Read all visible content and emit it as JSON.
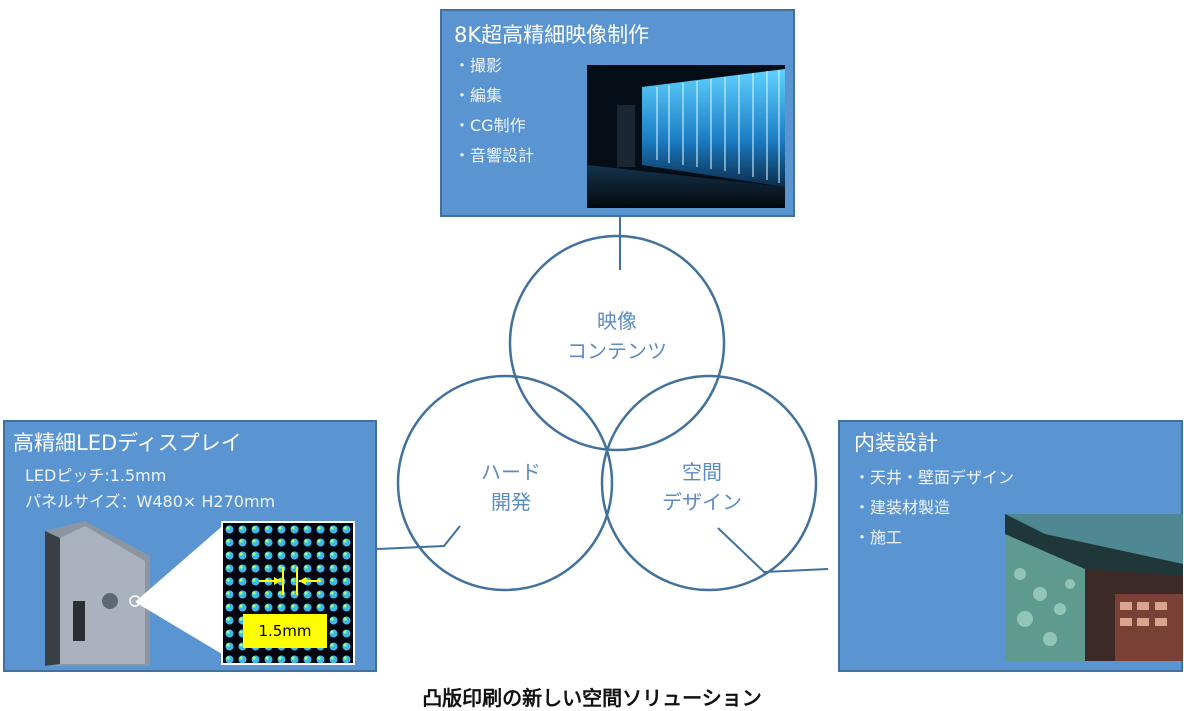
{
  "content_box": {
    "title": "8K超高精細映像制作",
    "items": [
      "・撮影",
      "・編集",
      "・CG制作",
      "・音響設計"
    ]
  },
  "led_box": {
    "title": "高精細LEDディスプレイ",
    "items": [
      "LEDピッチ:1.5mm",
      "パネルサイズ：W480× H270mm"
    ],
    "zoom_label": "1.5mm"
  },
  "interior_box": {
    "title": "内装設計",
    "items": [
      "・天井・壁面デザイン",
      "・建装材製造",
      "・施工"
    ]
  },
  "circles": {
    "content": [
      "映像",
      "コンテンツ"
    ],
    "hardware": [
      "ハード",
      "開発"
    ],
    "space": [
      "空間",
      "デザイン"
    ]
  },
  "caption": "凸版印刷の新しい空間ソリューション",
  "colors": {
    "box_fill": "#5a95d1",
    "box_border": "#41719c",
    "circle_stroke": "#41719c",
    "circle_text": "#5b8cc2",
    "zoom_label_bg": "#ffff00"
  }
}
